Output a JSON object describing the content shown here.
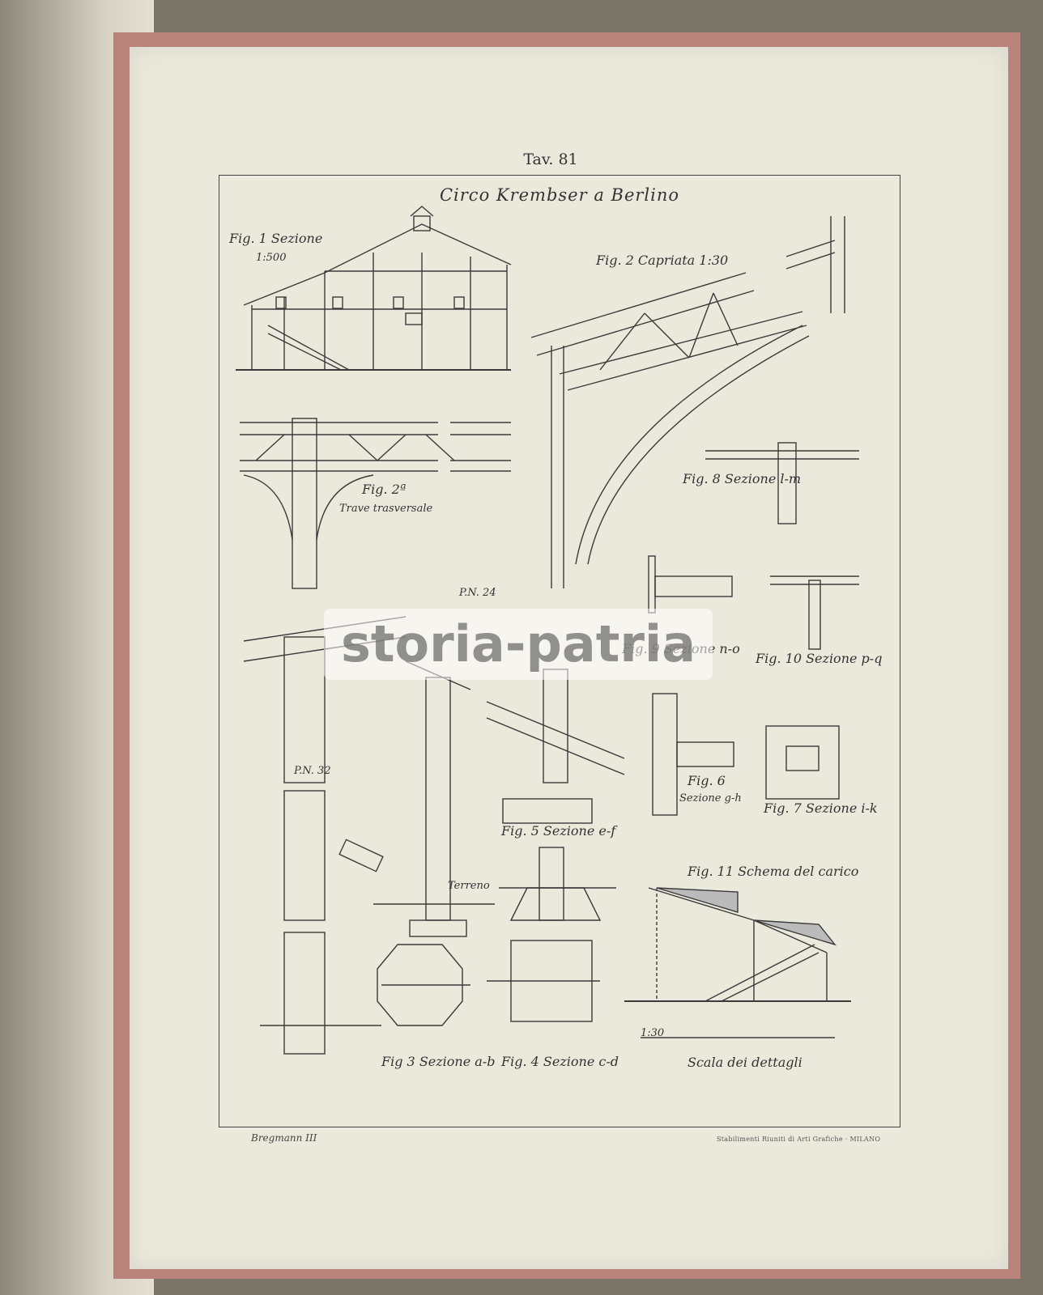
{
  "plate_number": "Tav. 81",
  "title": "Circo Krembser a Berlino",
  "figures": {
    "fig1": "Fig. 1 Sezione",
    "fig1_scale": "1:500",
    "fig2": "Fig. 2 Capriata 1:30",
    "fig2a": "Fig. 2ª",
    "fig2a_sub": "Trave trasversale",
    "fig3": "Fig 3 Sezione a-b",
    "fig4": "Fig. 4 Sezione c-d",
    "fig5": "Fig. 5 Sezione e-f",
    "fig6": "Fig. 6",
    "fig6_sub": "Sezione g-h",
    "fig7": "Fig. 7 Sezione i-k",
    "fig8": "Fig. 8 Sezione l-m",
    "fig9": "Fig. 9 Sezione n-o",
    "fig10": "Fig. 10 Sezione p-q",
    "fig11": "Fig. 11 Schema del carico"
  },
  "scale_label": "Scala dei dettagli",
  "scale_ratio": "1:30",
  "profile_labels": [
    "P.N. 24",
    "P.N. 32"
  ],
  "terrain_label": "Terreno",
  "footer_left": "Bregmann III",
  "footer_right": "Stabilimenti Riuniti di Arti Grafiche · MILANO",
  "watermark": "storia-patria"
}
